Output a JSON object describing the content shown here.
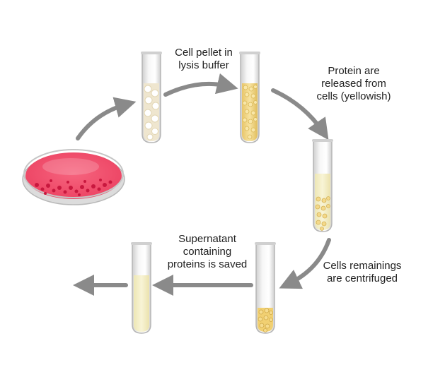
{
  "diagram": {
    "steps": [
      {
        "lines": [
          "Cell pellet in",
          "lysis buffer"
        ]
      },
      {
        "lines": [
          "Protein are",
          "released from",
          "cells (yellowish)"
        ]
      },
      {
        "lines": [
          "Supernatant",
          "containing",
          "proteins is saved"
        ]
      },
      {
        "lines": [
          "Cells remainings",
          "are centrifuged"
        ]
      }
    ],
    "colors": {
      "arrow": "#8a8a8a",
      "dish_medium": "#f04a6a",
      "cells_red": "#d8224a",
      "tube_glass": "#e6e6e6",
      "cells_yellow": "#f2d27a",
      "supernatant": "#f4efc4"
    }
  }
}
